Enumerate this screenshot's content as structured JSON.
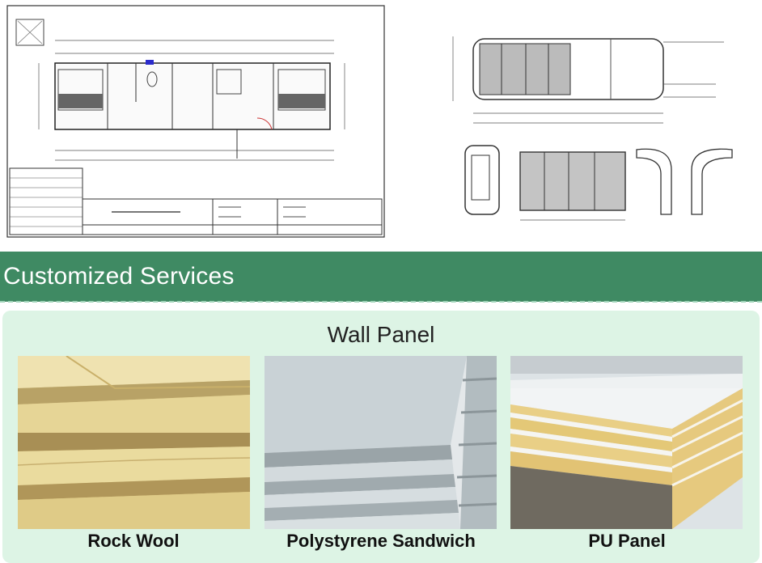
{
  "banner": {
    "title": "Customized Services"
  },
  "wall_panel": {
    "title": "Wall Panel",
    "panels": [
      {
        "label": "Rock Wool"
      },
      {
        "label": "Polystyrene Sandwich"
      },
      {
        "label": "PU Panel"
      }
    ]
  },
  "colors": {
    "banner_green": "#3f8a63",
    "panel_background": "#ddf4e5",
    "rock_wool": "#e8d79a",
    "polystyrene": "#c9d2d6",
    "pu_core": "#e9cf86"
  }
}
